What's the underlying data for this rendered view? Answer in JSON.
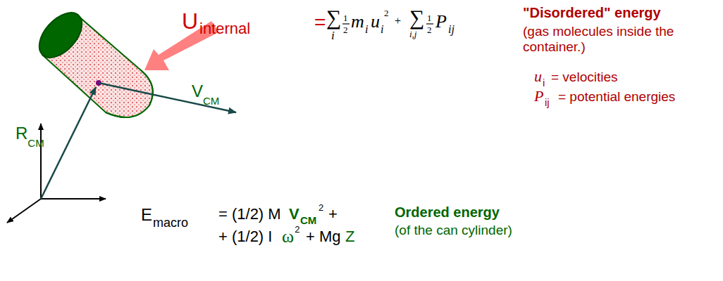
{
  "diagram": {
    "labels": [
      "U",
      "internal",
      "=",
      "∑",
      "i",
      "1",
      "2",
      "m",
      "i",
      "u",
      "i",
      "2",
      "+",
      "∑",
      "i,j",
      "1",
      "2",
      "P",
      "ij",
      "\"Disordered\" energy",
      "(gas molecules inside the container.)",
      "u",
      "i",
      "= velocities",
      "P",
      "ij",
      "= potential energies",
      "R",
      "CM",
      "V",
      "CM",
      "E",
      "macro",
      "= (1/2) M",
      "V",
      "CM",
      "2",
      "+",
      "+ (1/2) I",
      "ω",
      "2",
      "+ Mg",
      "Z",
      "Ordered energy",
      "(of the can cylinder)"
    ]
  }
}
